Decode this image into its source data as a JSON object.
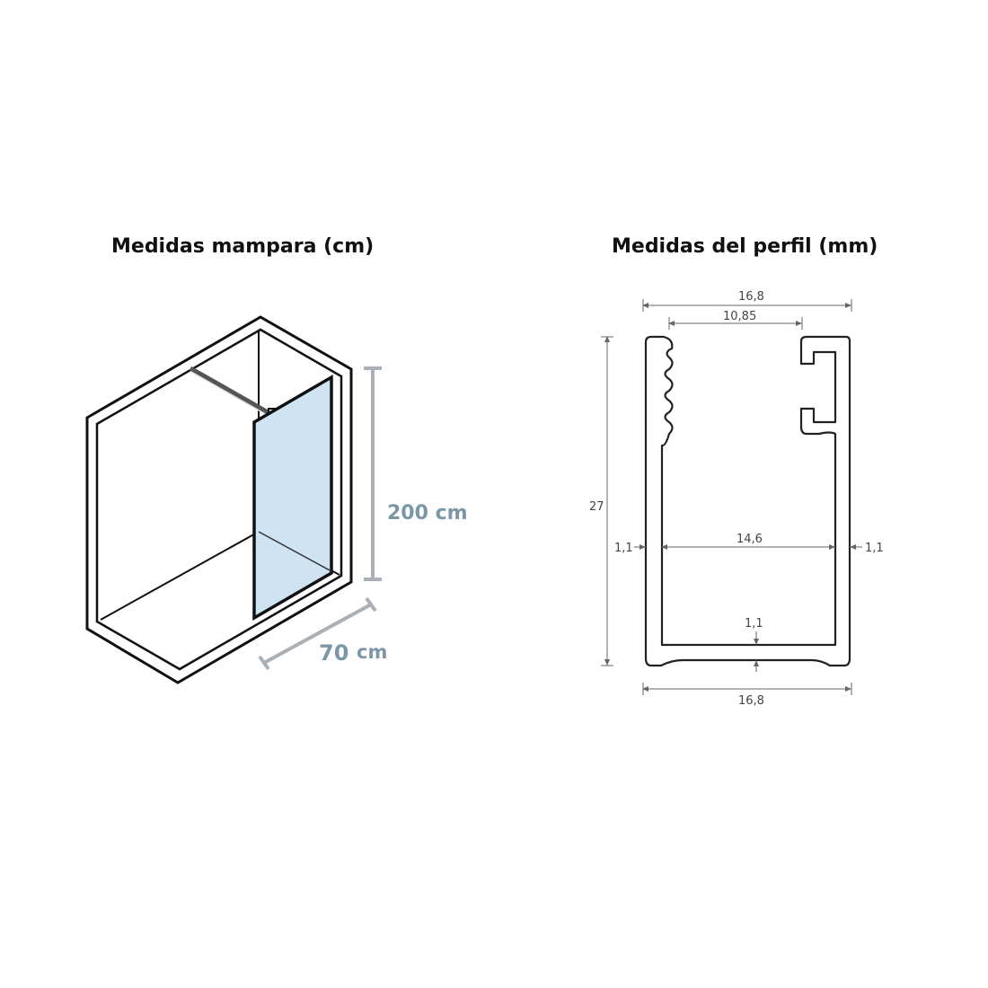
{
  "left_panel": {
    "title": "Medidas mampara (cm)",
    "height_label": "200 cm",
    "width_value": "70",
    "width_unit": "cm",
    "glass_color": "#cfe4f3",
    "label_color": "#7b97a6"
  },
  "right_panel": {
    "title": "Medidas del perfil (mm)",
    "top_width": "16,8",
    "inner_top": "10,85",
    "height": "27",
    "inner_width": "14,6",
    "wall_left": "1,1",
    "wall_right": "1,1",
    "base_thickness": "1,1",
    "bottom_width": "16,8"
  }
}
